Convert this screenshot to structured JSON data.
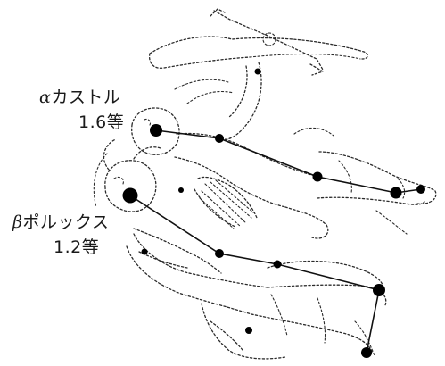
{
  "labels": {
    "castor_greek": "α",
    "castor_name": "カストル",
    "castor_mag": "1.6等",
    "pollux_greek": "β",
    "pollux_name": "ポルックス",
    "pollux_mag": "1.2等"
  },
  "colors": {
    "ink": "#111111",
    "outline": "#2b2b2b",
    "background": "#ffffff"
  }
}
